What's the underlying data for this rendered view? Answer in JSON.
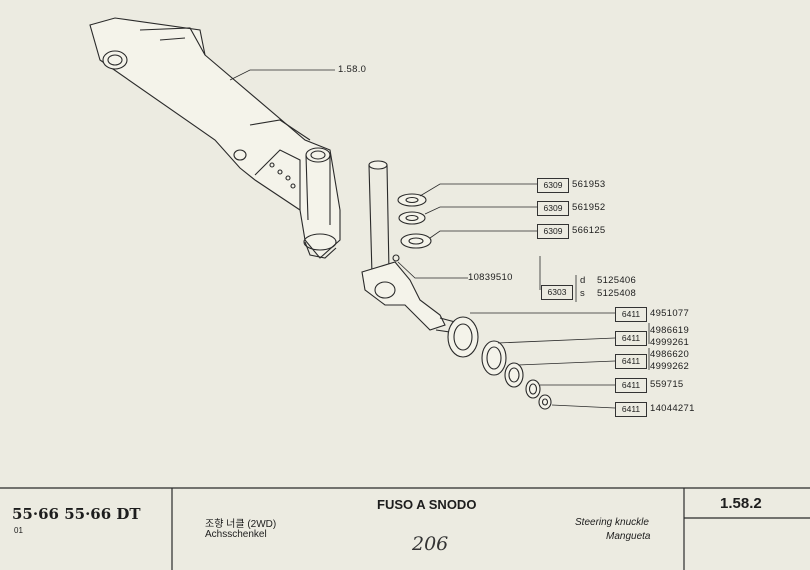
{
  "assembly_ref": "1.58.0",
  "parts": [
    {
      "code": "6309",
      "number": "561953"
    },
    {
      "code": "6309",
      "number": "561952"
    },
    {
      "code": "6309",
      "number": "566125"
    },
    {
      "code": "",
      "number": "10839510"
    },
    {
      "code": "6303",
      "variants": [
        {
          "side": "d",
          "number": "5125406"
        },
        {
          "side": "s",
          "number": "5125408"
        }
      ]
    },
    {
      "code": "6411",
      "number": "4951077"
    },
    {
      "code": "6411",
      "numbers": [
        "4986619",
        "4999261"
      ]
    },
    {
      "code": "6411",
      "numbers": [
        "4986620",
        "4999262"
      ]
    },
    {
      "code": "6411",
      "number": "559715"
    },
    {
      "code": "6411",
      "number": "14044271"
    }
  ],
  "footer": {
    "models": "55·66  55·66 DT",
    "model_sub": "01",
    "title_it": "FUSO A SNODO",
    "title_ko": "조향 너클 (2WD)",
    "title_de": "Achsschenkel",
    "title_en": "Steering knuckle",
    "title_es": "Mangueta",
    "page_code": "1.58.2",
    "handwritten": "206"
  },
  "colors": {
    "paper": "#ecebe1",
    "ink": "#1d1d1d"
  }
}
